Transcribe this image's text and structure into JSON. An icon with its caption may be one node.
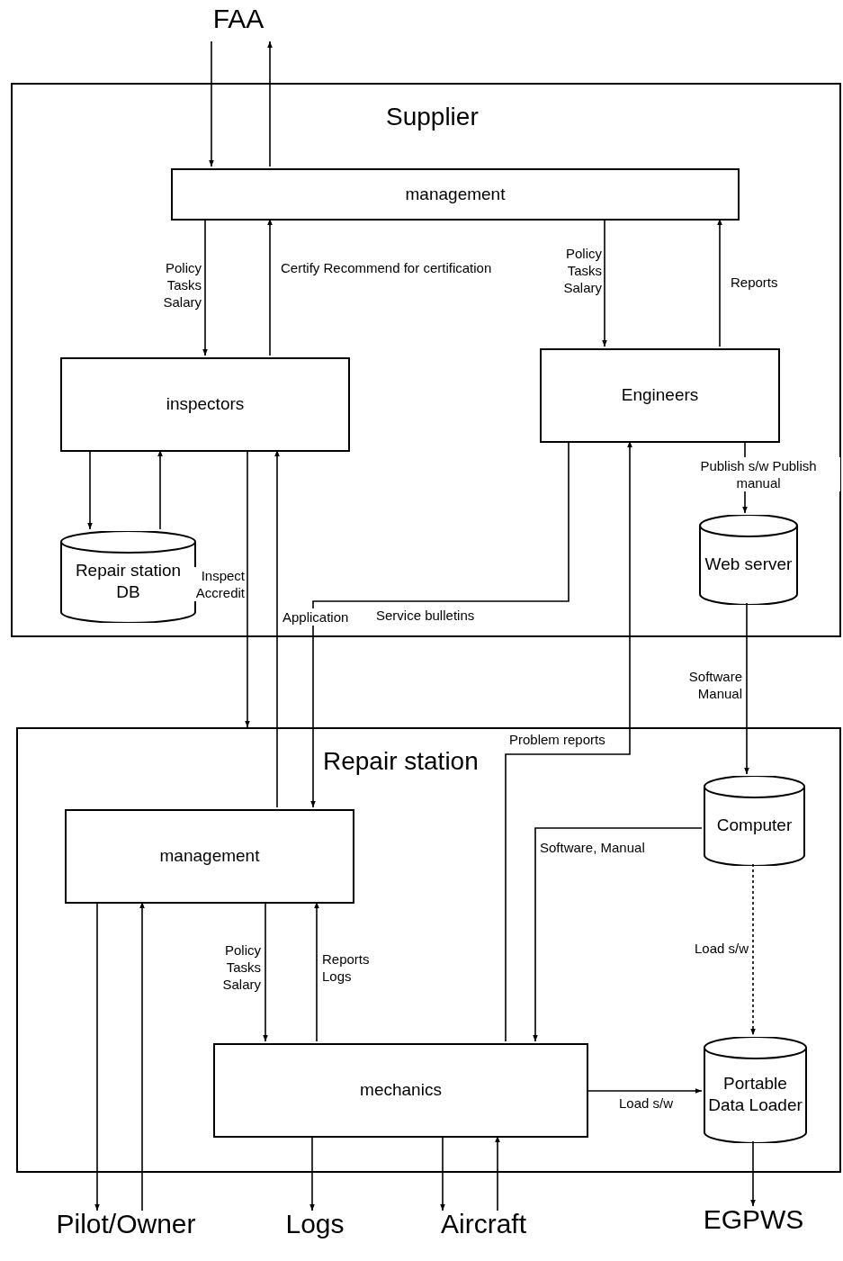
{
  "diagram": {
    "nodes": [
      {
        "text": [
          "FAA"
        ]
      },
      {
        "text": [
          "Supplier"
        ]
      },
      {
        "text": [
          "management"
        ],
        "in": 1
      },
      {
        "text": [
          "inspectors"
        ],
        "in": 1
      },
      {
        "text": [
          "Engineers"
        ],
        "in": 1
      },
      {
        "text": [
          "Repair station DB"
        ],
        "in": 1
      },
      {
        "text": [
          "Web server"
        ],
        "in": 1
      },
      {
        "text": [
          "Repair station"
        ]
      },
      {
        "text": [
          "management"
        ],
        "in": 7
      },
      {
        "text": [
          "Computer"
        ],
        "in": 7
      },
      {
        "text": [
          "mechanics"
        ],
        "in": 7
      },
      {
        "text": [
          "Portable Data Loader"
        ],
        "in": 7
      },
      {
        "text": [
          "Pilot/Owner"
        ]
      },
      {
        "text": [
          "Logs"
        ]
      },
      {
        "text": [
          "Aircraft"
        ]
      },
      {
        "text": [
          "EGPWS"
        ]
      }
    ],
    "edges": [
      {
        "from": 0,
        "to": 2,
        "arrow": "to"
      },
      {
        "from": 2,
        "to": 0,
        "arrow": "to"
      },
      {
        "from": 2,
        "to": 3,
        "arrow": "to",
        "label": "Policy Tasks Salary"
      },
      {
        "from": 3,
        "to": 2,
        "arrow": "to",
        "label": "Certify Recommend for certification"
      },
      {
        "from": 2,
        "to": 4,
        "arrow": "to",
        "label": "Policy Tasks Salary"
      },
      {
        "from": 4,
        "to": 2,
        "arrow": "to",
        "label": "Reports"
      },
      {
        "from": 3,
        "to": 5,
        "arrow": "to"
      },
      {
        "from": 5,
        "to": 3,
        "arrow": "to"
      },
      {
        "from": 3,
        "to": 7,
        "arrow": "to",
        "label": "Inspect Accredit"
      },
      {
        "from": 8,
        "to": 3,
        "arrow": "to",
        "label": "Application"
      },
      {
        "from": 4,
        "to": 8,
        "arrow": "to",
        "label": "Service bulletins"
      },
      {
        "from": 10,
        "to": 4,
        "arrow": "to",
        "label": "Problem reports"
      },
      {
        "from": 4,
        "to": 6,
        "arrow": "to",
        "label": "Publish s/w Publish manual"
      },
      {
        "from": 6,
        "to": 9,
        "arrow": "to",
        "label": "Software Manual"
      },
      {
        "from": 9,
        "to": 10,
        "arrow": "to",
        "label": "Software, Manual"
      },
      {
        "from": 9,
        "to": 11,
        "arrow": "to",
        "label": "Load s/w",
        "style": "dashed"
      },
      {
        "from": 10,
        "to": 11,
        "arrow": "to",
        "label": "Load s/w"
      },
      {
        "from": 11,
        "to": 15,
        "arrow": "to"
      },
      {
        "from": 8,
        "to": 12,
        "arrow": "to"
      },
      {
        "from": 12,
        "to": 8,
        "arrow": "to"
      },
      {
        "from": 8,
        "to": 10,
        "arrow": "to",
        "label": "Policy Tasks Salary"
      },
      {
        "from": 10,
        "to": 8,
        "arrow": "to",
        "label": "Reports Logs"
      },
      {
        "from": 10,
        "to": 13,
        "arrow": "to"
      },
      {
        "from": 10,
        "to": 14,
        "arrow": "to"
      },
      {
        "from": 14,
        "to": 10,
        "arrow": "to"
      }
    ]
  }
}
